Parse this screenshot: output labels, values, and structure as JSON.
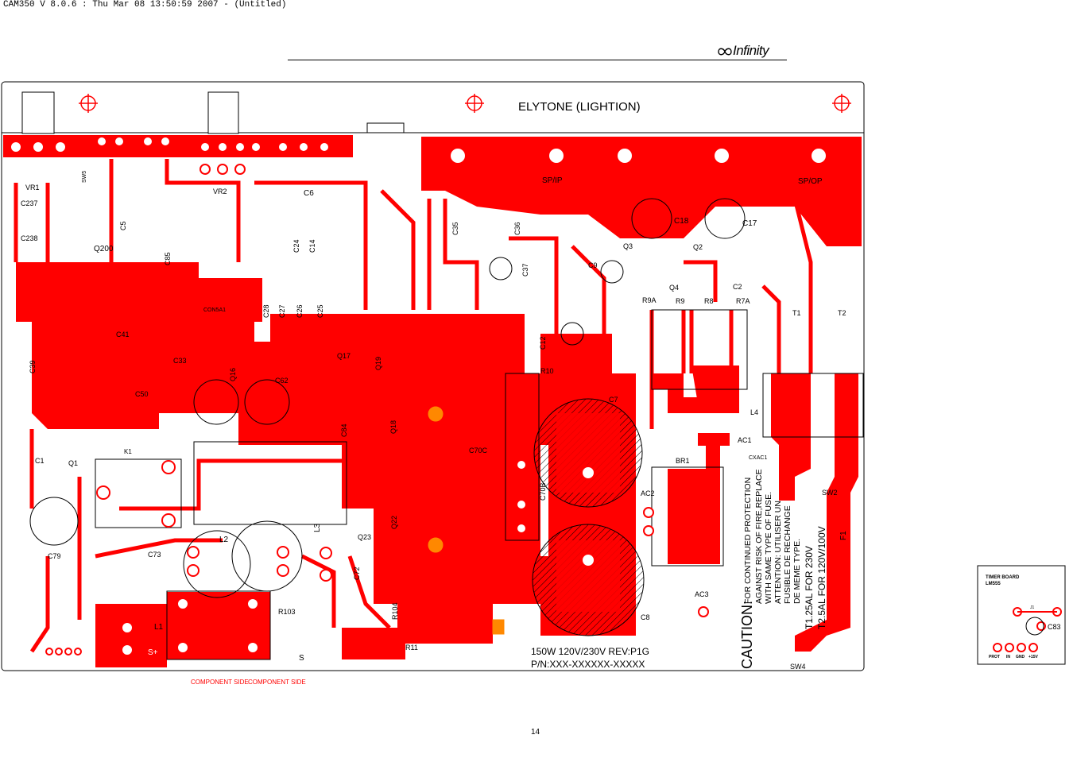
{
  "header": {
    "title": "CAM350 V 8.0.6 : Thu Mar 08 13:50:59 2007 - (Untitled)"
  },
  "brand": {
    "name": "Infinity"
  },
  "main_board": {
    "title": "ELYTONE (LIGHTION)",
    "side_label": "COMPONENT SIDE",
    "rev_label": "150W 120V/230V REV:P1G",
    "part_number": "P/N:XXX-XXXXXX-XXXXX",
    "caution": {
      "heading": "CAUTION:",
      "lines": [
        "FOR CONTINUED PROTECTION",
        "AGAINST RISK OF FIRE,REPLACE",
        "WITH SAME TYPE OF FUSE.",
        "ATTENTION: UTILISER UN",
        "FUSIBLE DE RECHANGE",
        "DE MEME TYPE.",
        "T1.25AL FOR 230V",
        "T2.5AL FOR 120V/100V"
      ]
    },
    "connector_pins": [
      "+15V",
      "GND",
      "IN",
      "PROT"
    ],
    "labels": {
      "vr1": "VR1",
      "vr2": "VR2",
      "sw5": "SW5",
      "c237": "C237",
      "c238": "C238",
      "q200": "Q200",
      "c6": "C6",
      "c35": "C35",
      "c36": "C36",
      "c37": "C37",
      "sp_ip": "SP/IP",
      "sp_op": "SP/OP",
      "c18": "C18",
      "c17": "C17",
      "q3": "Q3",
      "q2": "Q2",
      "q4": "Q4",
      "c2": "C2",
      "c9": "C9",
      "r9a": "R9A",
      "r9": "R9",
      "r8": "R8",
      "r7a": "R7A",
      "t1": "T1",
      "t2": "T2",
      "c41": "C41",
      "c39": "C39",
      "c33": "C33",
      "c50": "C50",
      "q16": "Q16",
      "c62": "C62",
      "q17": "Q17",
      "q19": "Q19",
      "c12": "C12",
      "r10": "R10",
      "c1": "C1",
      "q1": "Q1",
      "k1": "K1",
      "c79": "C79",
      "c73": "C73",
      "l2": "L2",
      "l3": "L3",
      "q23": "Q23",
      "c72": "C72",
      "q22": "Q22",
      "q18": "Q18",
      "c70c": "C70C",
      "c7": "C7",
      "c8": "C8",
      "l1": "L1",
      "r103": "R103",
      "r104": "R104",
      "r11": "R11",
      "s_plus": "S+",
      "s": "S",
      "br1": "BR1",
      "ac1": "AC1",
      "cxac1": "CXAC1",
      "ac2": "AC2",
      "ac3": "AC3",
      "l4": "L4",
      "sw2": "SW2",
      "sw4": "SW4",
      "f1": "F1",
      "con5a": "CON5A1",
      "c5": "C5",
      "c26": "C26",
      "c27": "C27",
      "c25": "C25",
      "c28": "C28",
      "c14": "C14",
      "c24": "C24",
      "c84": "C84",
      "c85": "C85",
      "c70b": "C70B"
    }
  },
  "timer_board": {
    "title": "TIMER BOARD",
    "subtitle": "LM555",
    "j1": "J1",
    "c83": "C83",
    "pins": [
      "PROT",
      "IN",
      "GND",
      "+15V"
    ]
  },
  "page_number": "14",
  "colors": {
    "copper": "#ff0000",
    "pad_highlight": "#ff8800",
    "outline": "#000000",
    "background": "#ffffff"
  }
}
